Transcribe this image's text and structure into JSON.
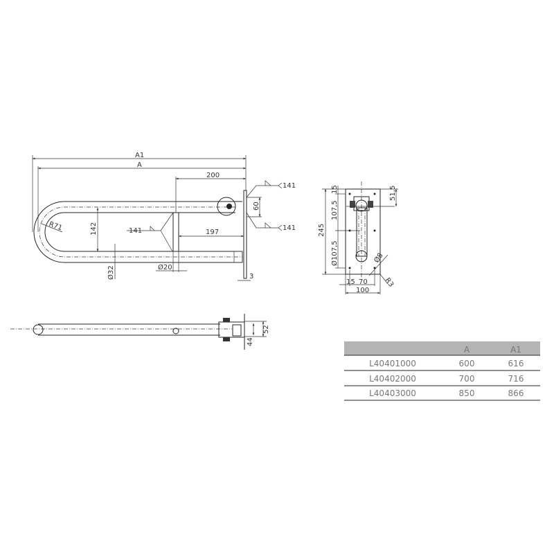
{
  "front_view": {
    "dim_A1": "A1",
    "dim_A": "A",
    "dim_200": "200",
    "dim_60": "60",
    "dim_142": "142",
    "dim_197": "197",
    "dim_R71": "R71",
    "dim_d32": "Ø32",
    "dim_d20": "Ø20",
    "dim_3": "3",
    "weld_top": "141",
    "weld_bottom": "141",
    "weld_mid": "141"
  },
  "side_view": {
    "dim_245": "245",
    "dim_15_top": "15",
    "dim_107_5": "107,5",
    "dim_d107_5": "Ø107,5",
    "dim_51_5": "51,5",
    "dim_15": "15",
    "dim_70": "70",
    "dim_100": "100",
    "dim_d8": "Ø8",
    "dim_R3": "R3"
  },
  "top_view": {
    "dim_52": "52",
    "dim_44": "44"
  },
  "table": {
    "header_color": "#b4b4b4",
    "columns": [
      "",
      "A",
      "A1"
    ],
    "rows": [
      {
        "code": "L40401000",
        "A": "600",
        "A1": "616"
      },
      {
        "code": "L40402000",
        "A": "700",
        "A1": "716"
      },
      {
        "code": "L40403000",
        "A": "850",
        "A1": "866"
      }
    ]
  }
}
